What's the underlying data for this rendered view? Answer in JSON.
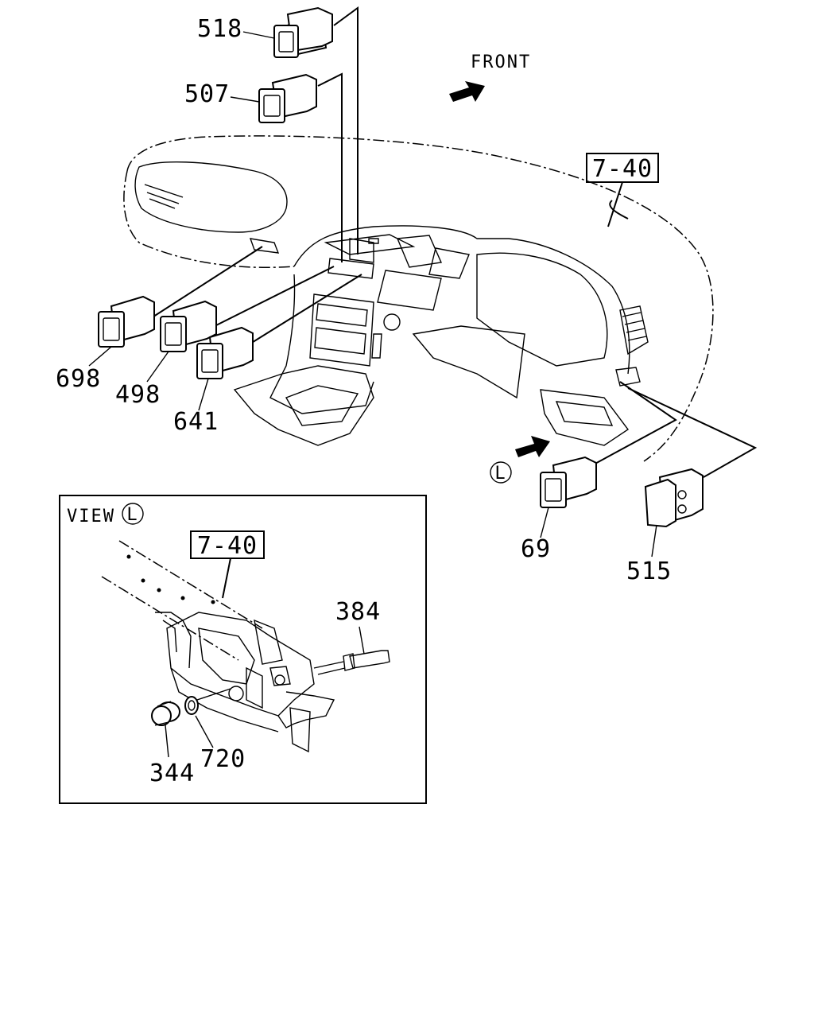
{
  "diagram": {
    "front_label": "FRONT",
    "view_circle_letter": "L",
    "view_label": "VIEW",
    "ref_box_main": "7-40",
    "ref_box_view": "7-40",
    "parts": {
      "p518": "518",
      "p507": "507",
      "p698": "698",
      "p498": "498",
      "p641": "641",
      "p69": "69",
      "p515": "515",
      "p384": "384",
      "p344": "344",
      "p720": "720"
    }
  }
}
